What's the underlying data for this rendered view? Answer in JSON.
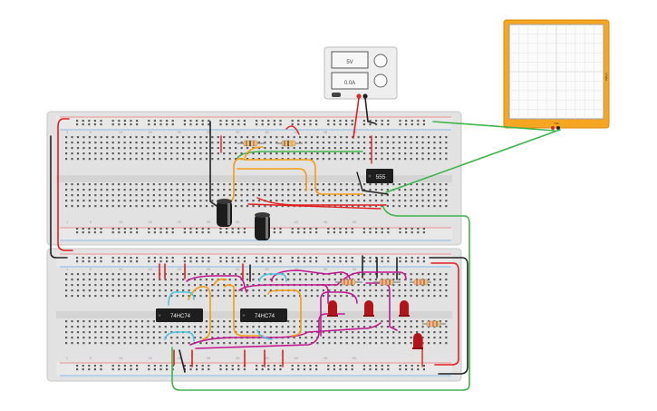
{
  "breadboard_top": {
    "col_numbers": [
      "1",
      "5",
      "10",
      "15",
      "20",
      "25",
      "30",
      "35",
      "40",
      "45",
      "50"
    ]
  },
  "breadboard_bottom": {
    "col_numbers": [
      "1",
      "5",
      "10",
      "15",
      "20",
      "25",
      "30",
      "35",
      "40",
      "45",
      "50"
    ]
  },
  "chips": {
    "timer": "555",
    "flipflop_1": "74HC74",
    "flipflop_2": "74HC74"
  },
  "power_supply": {
    "volts": "5V",
    "amps": "0.0A"
  },
  "oscilloscope": {
    "time_label": "ms",
    "volts_label": "V/div"
  },
  "colors": {
    "wire_red": "#e02020",
    "wire_black": "#222222",
    "wire_green": "#3db54a",
    "wire_orange": "#f39c12",
    "wire_magenta": "#c2188f",
    "wire_cyan": "#4ec3e0",
    "led_red": "#b3141a",
    "scope_frame": "#f5a623"
  }
}
